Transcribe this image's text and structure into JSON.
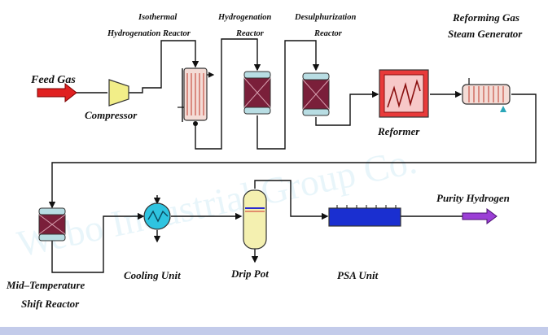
{
  "labels": {
    "feed_gas": "Feed Gas",
    "compressor": "Compressor",
    "isothermal_line1": "Isothermal",
    "isothermal_line2": "Hydrogenation Reactor",
    "hydro_line1": "Hydrogenation",
    "hydro_line2": "Reactor",
    "desulph_line1": "Desulphurization",
    "desulph_line2": "Reactor",
    "reforming_line1": "Reforming Gas",
    "reforming_line2": "Steam Generator",
    "reformer": "Reformer",
    "purity_hydrogen": "Purity Hydrogen",
    "mid_temp_line1": "Mid–Temperature",
    "mid_temp_line2": "Shift Reactor",
    "cooling_unit": "Cooling Unit",
    "drip_pot": "Drip Pot",
    "psa_unit": "PSA Unit"
  },
  "watermark": "Webo Industrial Group Co.",
  "colors": {
    "feed_arrow": "#e02020",
    "product_arrow": "#9b3fd6",
    "reactor_body": "#7a1f3a",
    "reactor_cap": "#b8dde3",
    "compressor": "#f2ee88",
    "reformer": "#e83a3a",
    "cooler": "#2fc4e0",
    "drip_pot": "#f4f0b0",
    "psa": "#1a2fd0",
    "bottom_band": "#c3cbea"
  }
}
